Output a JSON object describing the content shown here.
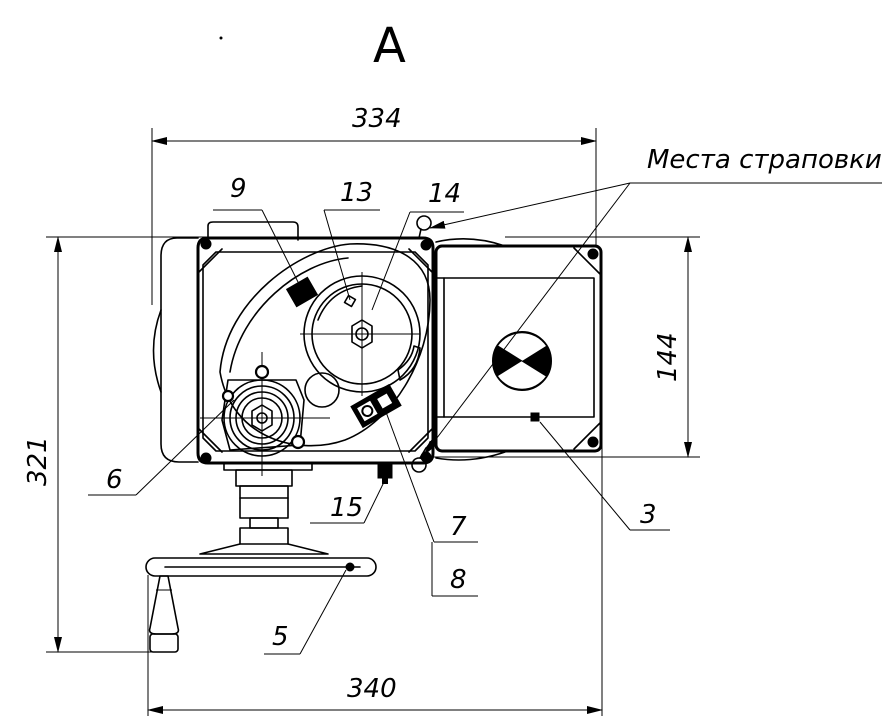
{
  "view_label": "А",
  "sling_label": "Места страповки",
  "dimensions": {
    "top_width": "334",
    "bottom_width": "340",
    "left_height": "321",
    "right_height": "144"
  },
  "callouts": {
    "c9": "9",
    "c13": "13",
    "c14": "14",
    "c6": "6",
    "c15": "15",
    "c7": "7",
    "c8": "8",
    "c3": "3",
    "c5": "5"
  }
}
